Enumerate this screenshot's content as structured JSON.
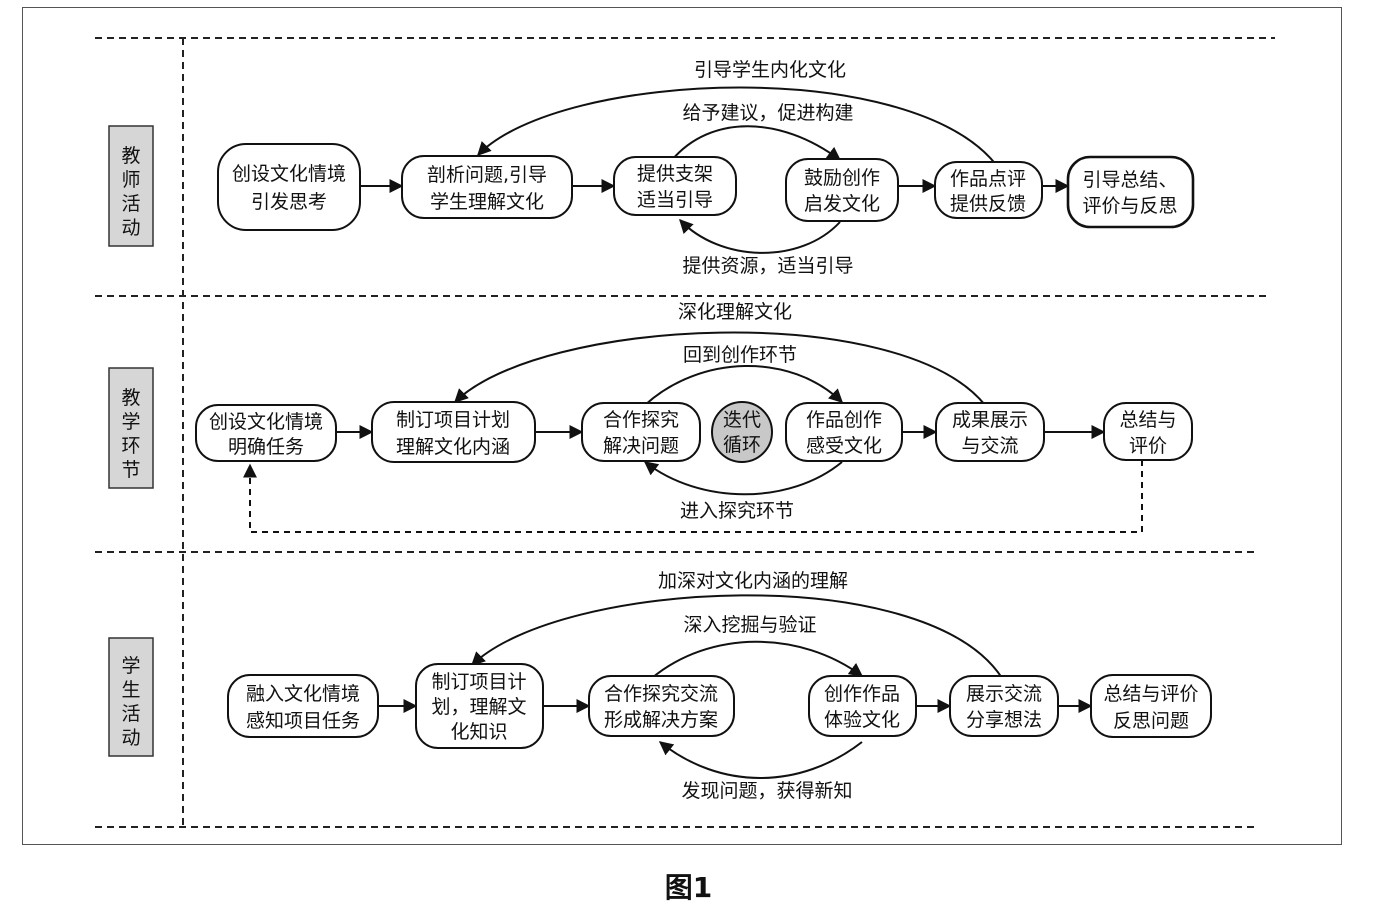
{
  "rows": [
    {
      "label": [
        "教师",
        "活动"
      ],
      "nodes": [
        [
          "创设文化情境",
          "引发思考"
        ],
        [
          "剖析问题,引导",
          "学生理解文化"
        ],
        [
          "提供支架",
          "适当引导"
        ],
        [
          "鼓励创作",
          "启发文化"
        ],
        [
          "作品点评",
          "提供反馈"
        ],
        [
          "引导总结、",
          "评价与反思"
        ]
      ],
      "outer_loop": "引导学生内化文化",
      "inner_top": "给予建议，促进构建",
      "inner_bottom": "提供资源，适当引导"
    },
    {
      "label": [
        "教学",
        "环节"
      ],
      "nodes": [
        [
          "创设文化情境",
          "明确任务"
        ],
        [
          "制订项目计划",
          "理解文化内涵"
        ],
        [
          "合作探究",
          "解决问题"
        ],
        [
          "作品创作",
          "感受文化"
        ],
        [
          "成果展示",
          "与交流"
        ],
        [
          "总结与",
          "评价"
        ]
      ],
      "center": [
        "迭代",
        "循环"
      ],
      "outer_loop": "深化理解文化",
      "inner_top": "回到创作环节",
      "inner_bottom": "进入探究环节"
    },
    {
      "label": [
        "学生",
        "活动"
      ],
      "nodes": [
        [
          "融入文化情境",
          "感知项目任务"
        ],
        [
          "制订项目计",
          "划，理解文",
          "化知识"
        ],
        [
          "合作探究交流",
          "形成解决方案"
        ],
        [
          "创作作品",
          "体验文化"
        ],
        [
          "展示交流",
          "分享想法"
        ],
        [
          "总结与评价",
          "反思问题"
        ]
      ],
      "outer_loop": "加深对文化内涵的理解",
      "inner_top": "深入挖掘与验证",
      "inner_bottom": "发现问题，获得新知"
    }
  ],
  "caption": "图1"
}
